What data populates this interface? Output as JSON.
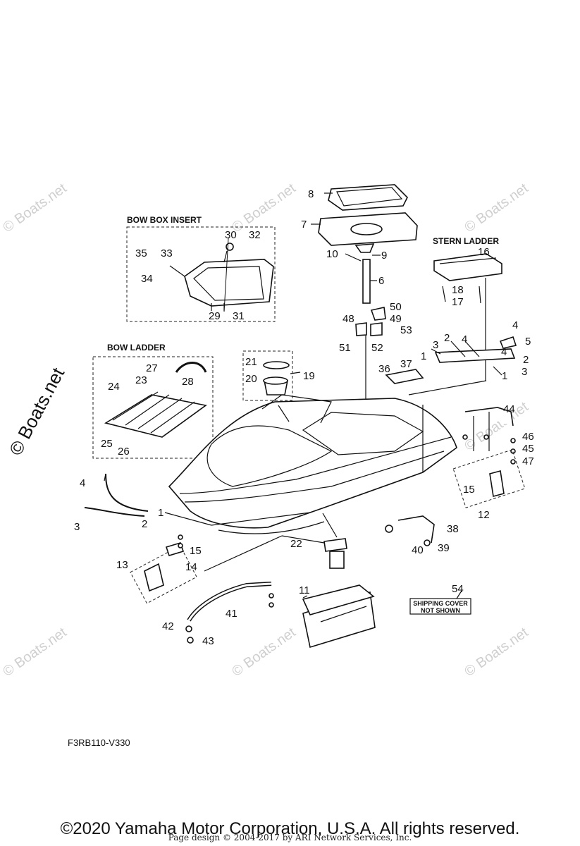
{
  "watermark": "© Boats.net",
  "sections": {
    "bow_box_insert": "BOW BOX INSERT",
    "stern_ladder": "STERN LADDER",
    "bow_ladder": "BOW LADDER"
  },
  "shipping_cover": {
    "line1": "SHIPPING COVER",
    "line2": "NOT SHOWN"
  },
  "parts": {
    "p1": "1",
    "p2": "2",
    "p3": "3",
    "p4": "4",
    "p5": "5",
    "p6": "6",
    "p7": "7",
    "p8": "8",
    "p9": "9",
    "p10": "10",
    "p11": "11",
    "p12": "12",
    "p13": "13",
    "p14": "14",
    "p15": "15",
    "p16": "16",
    "p17": "17",
    "p18": "18",
    "p19": "19",
    "p20": "20",
    "p21": "21",
    "p22": "22",
    "p23": "23",
    "p24": "24",
    "p25": "25",
    "p26": "26",
    "p27": "27",
    "p28": "28",
    "p29": "29",
    "p30": "30",
    "p31": "31",
    "p32": "32",
    "p33": "33",
    "p34": "34",
    "p35": "35",
    "p36": "36",
    "p37": "37",
    "p38": "38",
    "p39": "39",
    "p40": "40",
    "p41": "41",
    "p42": "42",
    "p43": "43",
    "p44": "44",
    "p45": "45",
    "p46": "46",
    "p47": "47",
    "p48": "48",
    "p49": "49",
    "p50": "50",
    "p51": "51",
    "p52": "52",
    "p53": "53",
    "p54": "54"
  },
  "diagram_code": "F3RB110-V330",
  "copyright": "©2020 Yamaha Motor Corporation, U.S.A. All rights reserved.",
  "page_design": "Page design © 2004-2017 by ARI Network Services, Inc."
}
